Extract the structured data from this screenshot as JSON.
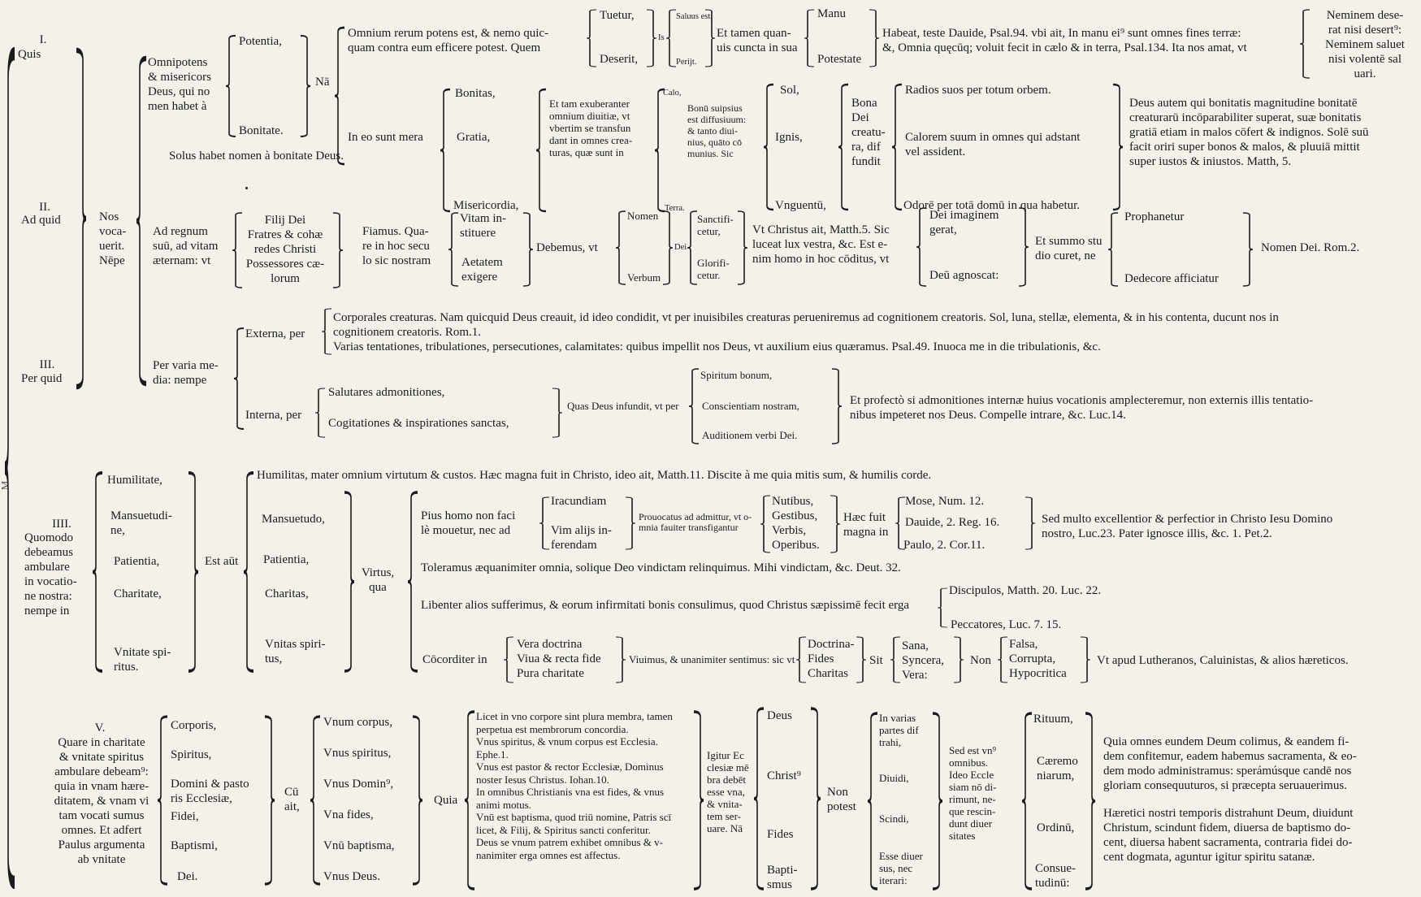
{
  "edge_text": "M",
  "col1": {
    "q1_num": "I.",
    "q1": "Quis",
    "q2_num": "II.",
    "q2": "Ad quid",
    "q3_num": "III.",
    "q3": "Per quid",
    "q4_num": "IIII.",
    "q4": "Quomodo\ndebeamus\nambulare\nin vocatio-\nne nostra:\nnempe in",
    "q5_num": "V.",
    "q5": "Quare in charitate\n& vnitate spiritus\nambulare debeam⁹:\nquia in vnam hære-\nditatem, & vnam vi\ntam vocati sumus\nomnes. Et adfert\nPaulus argumenta\nab vnitate"
  },
  "nos_vocauerit": "Nos\nvoca-\nuerit.\nNēpe",
  "sec1": {
    "omnipotens": "Omnipotens\n& misericors\nDeus, qui no\nmen habet à",
    "potentia": "Potentia,",
    "bonitate": "Bonitate.",
    "na": "Nā",
    "solus_habet": "Solus habet nomen à bonitate Deus.",
    "omnium_rerum": "Omnium rerum potens est, & nemo quic-\nquam contra eum efficere potest. Quem",
    "tuetur": "Tuetur,",
    "deserit": "Deserit,",
    "is": "Is",
    "saluus": "Saluus est,",
    "perijt": "Perijt.",
    "et_tamen": "Et tamen quan-\nuis cuncta in sua",
    "manu": "Manu",
    "potestate": "Potestate",
    "habeat": "Habeat, teste Dauide, Psal.94. vbi ait, In manu ei⁹ sunt omnes fines terræ:\n&, Omnia quęcūq; voluit fecit in cælo & in terra, Psal.134. Ita nos amat, vt",
    "neminem": "Neminem dese-\nrat nisi desert⁹:\nNeminem saluet\nnisi volentē sal\nuari.",
    "in_eo": "In eo sunt mera",
    "bonitas": "Bonitas,",
    "gratia": "Gratia,",
    "misericordia": "Misericordia,",
    "et_tam": "Et tam exuberanter\nomnium diuitiæ, vt\nvbertim se transfun\ndant in omnes crea-\nturas, quæ sunt in",
    "calo": "Calo,",
    "terra": "Terra.",
    "bonum": "Bonū suipsius\nest diffusiuum:\n& tanto diui-\nnius, quāto cō\nmunius. Sic",
    "sol": "Sol,",
    "ignis": "Ignis,",
    "vnguentum": "Vnguentū,",
    "bona_dei": "Bona\nDei\ncreatu-\nra, dif\nfundit",
    "radios": "Radios suos per totum orbem.",
    "calorem": "Calorem suum in omnes qui adstant\nvel assident.",
    "odore": "Odorē per totā domū in qua habetur.",
    "deus_autem": "Deus autem qui bonitatis magnitudine bonitatē\ncreaturarū incōparabiliter superat, suæ bonitatis\ngratiā etiam in malos cōfert & indignos. Solē suū\nfacit oriri super bonos & malos, & pluuiā mittit\nsuper iustos & iniustos. Matth, 5."
  },
  "sec2": {
    "ad_regnum": "Ad regnum\nsuū, ad vitam\næternam: vt",
    "filij": "Filij Dei\nFratres & cohæ\nredes Christi\nPossessores cæ-\nlorum",
    "fiamus": "Fiamus. Qua-\nre in hoc secu\nlo sic nostram",
    "vitam": "Vitam in-\nstituere",
    "aetatem": "Aetatem\nexigere",
    "debemus": "Debemus, vt",
    "nomen": "Nomen",
    "verbum": "Verbum",
    "dei": "Dei",
    "sanctificetur": "Sanctifi-\ncetur,",
    "glorificetur": "Glorifi-\ncetur.",
    "vt_christus": "Vt Christus ait, Matth.5. Sic\nluceat lux vestra, &c. Est e-\nnim homo in hoc cōditus, vt",
    "dei_imaginem": "Dei imaginem\ngerat,",
    "deum_agnoscat": "Deū agnoscat:",
    "et_summo": "Et summo stu\ndio curet, ne",
    "prophanetur": "Prophanetur",
    "dedecore": "Dedecore afficiatur",
    "nomen_dei": "Nomen Dei. Rom.2."
  },
  "sec3": {
    "per_varia": "Per varia me-\ndia: nempe",
    "externa": "Externa, per",
    "corporales": "Corporales creaturas. Nam quicquid Deus creauit, id ideo condidit, vt per inuisibiles creaturas perueniremus ad cognitionem creatoris. Sol, luna, stellæ, elementa, & in his contenta, ducunt nos in\ncognitionem creatoris. Rom.1.",
    "varias": "Varias tentationes, tribulationes, persecutiones, calamitates: quibus impellit nos Deus, vt auxilium eius quæramus. Psal.49. Inuoca me in die tribulationis, &c.",
    "interna": "Interna, per",
    "salutares": "Salutares admonitiones,",
    "cogitationes": "Cogitationes & inspirationes sanctas,",
    "quas_deus": "Quas Deus infundit, vt per",
    "spiritum": "Spiritum bonum,",
    "conscientiam": "Conscientiam nostram,",
    "auditionem": "Auditionem verbi Dei.",
    "et_profecto": "Et profectò si admonitiones internæ huius vocationis amplecteremur, non externis illis tentatio-\nnibus impeteret nos Deus. Compelle intrare, &c. Luc.14."
  },
  "sec4": {
    "humilitate": "Humilitate,",
    "mansuetudine": "Mansuetudi-\nne,",
    "patientia": "Patientia,",
    "charitate": "Charitate,",
    "vnitate": "Vnitate spi-\nritus.",
    "est_aut": "Est aūt",
    "humilitas": "Humilitas, mater omnium virtutum & custos. Hæc magna fuit in Christo, ideo ait, Matth.11. Discite à me quia mitis sum, & humilis corde.",
    "mansuetudo": "Mansuetudo,",
    "patientia2": "Patientia,",
    "charitas": "Charitas,",
    "vnitas": "Vnitas spiri-\ntus,",
    "virtus_qua": "Virtus,\nqua",
    "pius": "Pius homo non faci\nlè mouetur, nec ad",
    "iracundiam": "Iracundiam",
    "vim_alijs": "Vim alijs in-\nferendam",
    "prouocatus": "Prouocatus ad admittur, vt o-\nmnia fauiter transfigantur",
    "nutibus": "Nutibus,\nGestibus,\nVerbis,\nOperibus.",
    "haec_fuit": "Hæc fuit\nmagna in",
    "mose": "Mose, Num. 12.",
    "dauide": "Dauide, 2. Reg. 16.",
    "paulo": "Paulo, 2. Cor.11.",
    "sed_multo": "Sed multo excellentior & perfectior in Christo Iesu Domino\nnostro, Luc.23. Pater ignosce illis, &c. 1. Pet.2.",
    "toleramus": "Toleramus æquanimiter omnia, solique Deo vindictam relinquimus. Mihi vindictam, &c. Deut. 32.",
    "libenter": "Libenter alios sufferimus, & eorum infirmitati bonis consulimus, quod Christus sæpissimē fecit erga",
    "discipulos": "Discipulos, Matth. 20. Luc. 22.",
    "peccatores": "Peccatores, Luc. 7. 15.",
    "cocorditer": "Cōcorditer in",
    "vera_doctrina": "Vera doctrina\nViua & recta fide\nPura charitate",
    "viuimus": "Viuimus, & unanimiter sentimus: sic vt",
    "doctrina_fides": "Doctrina-\nFides\nCharitas",
    "sit": "Sit",
    "sana": "Sana,\nSyncera,\nVera:",
    "non": "Non",
    "falsa": "Falsa,\nCorrupta,\nHypocritica",
    "vt_apud": "Vt apud Lutheranos, Caluinistas, & alios hæreticos."
  },
  "sec5": {
    "corporis": "Corporis,",
    "spiritus": "Spiritus,",
    "domini": "Domini & pasto\nris Ecclesiæ,",
    "fidei": "Fidei,",
    "baptismi": "Baptismi,",
    "dei2": "Dei.",
    "cu_ait": "Cū\nait,",
    "vnum_corpus": "Vnum corpus,",
    "vnus_spiritus": "Vnus spiritus,",
    "vnus_dominus": "Vnus Domin⁹,",
    "vna_fides": "Vna fides,",
    "vnum_baptisma": "Vnū baptisma,",
    "vnus_deus": "Vnus Deus.",
    "quia": "Quia",
    "licet": "Licet in vno corpore sint plura membra, tamen\n perpetua est membrorum concordia.\nVnus spiritus, & vnum corpus est Ecclesia.\n Ephe.1.\nVnus est pastor & rector Ecclesiæ, Dominus\n noster Iesus Christus. Iohan.10.\nIn omnibus Christianis vna est fides, & vnus\n animi motus.\nVnū est baptisma, quod triū nomine, Patris scī\n licet, & Filij, & Spiritus sancti conferitur.\nDeus se vnum patrem exhibet omnibus & v-\n nanimiter erga omnes est affectus.",
    "igitur": "Igitur Ec\nclesiæ mē\nbra debēt\nesse vna,\n& vnita-\ntem ser-\nuare. Nā",
    "deus_list": "Deus",
    "christus": "Christ⁹",
    "fides_list": "Fides",
    "baptismus": "Bapti-\nsmus",
    "non_potest": "Non\npotest",
    "in_varias": "In varias\npartes dif\ntrahi,",
    "diuidi": "Diuidi,",
    "scindi": "Scindi,",
    "esse_diuer": "Esse diuer\nsus, nec\niterari:",
    "sed_est": "Sed est vn⁹\nomnibus.\nIdeo Eccle\nsiam nō di-\nrimunt, ne-\nque rescin-\ndunt diuer\nsitates",
    "rituum": "Rituum,",
    "caeremoniarum": "Cæremo\nniarum,",
    "ordinum": "Ordinū,",
    "consuetudinum": "Consue-\ntudinū:",
    "quia_omnes": "Quia omnes eundem Deum colimus, & eandem fi-\ndem confitemur, eadem habemus sacramenta, & eo-\ndem modo administramus: sperámúsque candē nos\ngloriam consequuturos, si præcepta seruauerimus.",
    "haeretici": "Hæretici nostri temporis distrahunt Deum, diuidunt\nChristum, scindunt fidem, diuersa de baptismo do-\ncent, diuersa habent sacramenta, contraria fidei do-\ncent dogmata, aguntur igitur spiritu satanæ."
  }
}
